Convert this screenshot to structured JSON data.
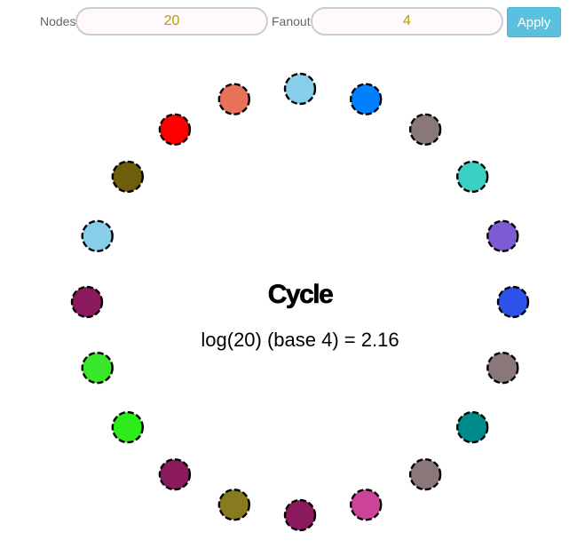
{
  "controls": {
    "nodes_label": "Nodes",
    "nodes_value": "20",
    "fanout_label": "Fanout",
    "fanout_value": "4",
    "apply_label": "Apply"
  },
  "graph": {
    "title": "Cycle",
    "formula": "log(20) (base 4) = 2.16",
    "nodes": [
      {
        "color": "#87ceeb"
      },
      {
        "color": "#007fff"
      },
      {
        "color": "#8a7779"
      },
      {
        "color": "#3ccfc4"
      },
      {
        "color": "#7e5bd4"
      },
      {
        "color": "#2d52e8"
      },
      {
        "color": "#8a7779"
      },
      {
        "color": "#008a8a"
      },
      {
        "color": "#8a7779"
      },
      {
        "color": "#cc4499"
      },
      {
        "color": "#8a1a5c"
      },
      {
        "color": "#887a1e"
      },
      {
        "color": "#8a1a5c"
      },
      {
        "color": "#2eeb1a"
      },
      {
        "color": "#3ae62a"
      },
      {
        "color": "#8a1a5c"
      },
      {
        "color": "#87ceeb"
      },
      {
        "color": "#6e5d0a"
      },
      {
        "color": "#ff0000"
      },
      {
        "color": "#e8715a"
      }
    ]
  }
}
